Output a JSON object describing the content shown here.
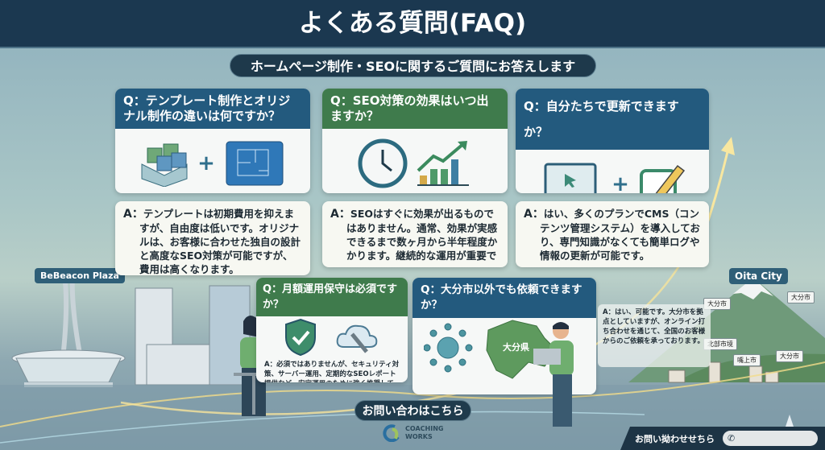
{
  "header": {
    "title": "よくある質問(FAQ)",
    "subtitle": "ホームページ制作・SEOに関するご質問にお答えします"
  },
  "faqs": [
    {
      "q": "Q：テンプレート制作とオリジナル制作の違いは何ですか？",
      "a_label": "A：",
      "a": "テンプレートは初期費用を抑えますが、自由度は低いです。オリジナルは、お客様に合わせた独自の設計と高度なSEO対策が可能ですが、費用は高くなります。"
    },
    {
      "q": "Q：SEO対策の効果はいつ出ますか？",
      "a_label": "A：",
      "a": "SEOはすぐに効果が出るものではありません。通常、効果が実感できるまで数ヶ月から半年程度かかります。継続的な運用が重要で"
    },
    {
      "q": "Q：自分たちで更新できますか？",
      "a_label": "A：",
      "a": "はい、多くのプランでCMS（コンテンツ管理システム）を導入しており、専門知識がなくても簡単ログや情報の更新が可能です。"
    },
    {
      "q": "Q：月額運用保守は必須ですか？",
      "a_label": "A：",
      "a": "必須ではありませんが、セキュリティ対策、サーバー運用、定期的なSEOレポート提供など、安定運用のために強く推奨しています。"
    },
    {
      "q": "Q：大分市以外でも依頼できますか？",
      "a_label": "A：",
      "a": "はい、可能です。大分市を拠点としていますが、オンライン打ち合わせを通じて、全国のお客様からのご依頼を承っております。",
      "map_label": "大分県"
    }
  ],
  "landmarks": {
    "left": "BeBeacon Plaza",
    "right": "Oita City",
    "mountain_labels": [
      "大分市",
      "大分市",
      "北部市境",
      "嘴上市",
      "大分市"
    ]
  },
  "contact_button": "お問い合わはこちら",
  "logo": {
    "line1": "COACHING",
    "line2": "WORKS"
  },
  "footer": {
    "contact_text": "お問い拗わせせちら",
    "phone_value": ""
  },
  "colors": {
    "navy": "#1b3850",
    "blue": "#235a7e",
    "green": "#3f7b4c"
  }
}
